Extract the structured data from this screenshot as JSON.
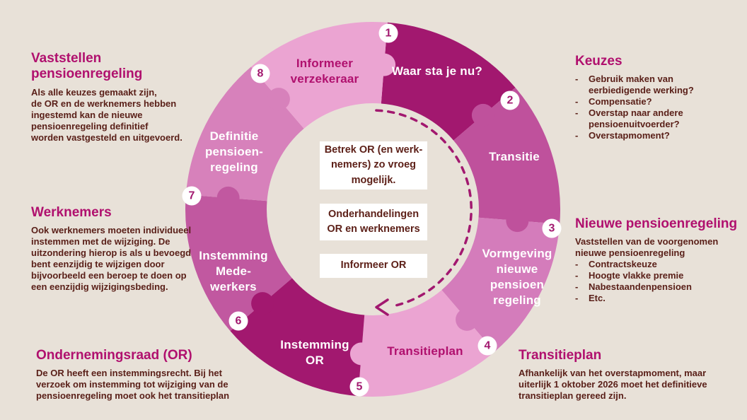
{
  "palette": {
    "background": "#e8e1d8",
    "accent": "#b0106e",
    "body_text": "#5a2019",
    "box_text": "#5c1f17",
    "box_bg": "#ffffff",
    "number": "#a2186f",
    "arrow": "#a2186f"
  },
  "wheel": {
    "segments": [
      {
        "number": "1",
        "label": "Waar sta je nu?",
        "color": "#a2186f"
      },
      {
        "number": "2",
        "label": "Transitie",
        "color": "#bf519c"
      },
      {
        "number": "3",
        "label": "Vormgeving\nnieuwe\npensioen\nregeling",
        "color": "#d47cbb"
      },
      {
        "number": "4",
        "label": "Transitieplan",
        "color": "#eba4d2"
      },
      {
        "number": "5",
        "label": "Instemming\nOR",
        "color": "#a2186f"
      },
      {
        "number": "6",
        "label": "Instemming\nMede-\nwerkers",
        "color": "#c158a0"
      },
      {
        "number": "7",
        "label": "Definitie\npensioen-\nregeling",
        "color": "#d781bb"
      },
      {
        "number": "8",
        "label": "Informeer\nverzekeraar",
        "color": "#eba4d2"
      }
    ],
    "center_notes": [
      "Betrek OR (en werk-\nnemers) zo vroeg\nmogelijk.",
      "Onderhandelingen\nOR en werknemers",
      "Informeer OR"
    ]
  },
  "notes": {
    "bullet": "-",
    "vaststellen": {
      "title": "Vaststellen\npensioenregeling",
      "body": "Als alle keuzes gemaakt zijn,\nde OR en de werknemers hebben\ningestemd kan de nieuwe\npensioenregeling definitief\nworden vastgesteld en uitgevoerd."
    },
    "werknemers": {
      "title": "Werknemers",
      "body": "Ook werknemers moeten individueel\ninstemmen met de wijziging. De\nuitzondering hierop is als u bevoegd\nbent eenzijdig te wijzigen door\nbijvoorbeeld een beroep te doen op\neen eenzijdig wijzigingsbeding."
    },
    "ondernemingsraad": {
      "title": "Ondernemingsraad (OR)",
      "body": "De OR heeft een instemmingsrecht. Bij het\nverzoek om instemming tot wijziging van de\npensioenregeling moet ook het transitieplan"
    },
    "keuzes": {
      "title": "Keuzes",
      "items": [
        "Gebruik maken van\neerbiedigende werking?",
        "Compensatie?",
        "Overstap naar andere\npensioenuitvoerder?",
        "Overstapmoment?"
      ]
    },
    "nieuwe_pensioenregeling": {
      "title": "Nieuwe pensioenregeling",
      "body": "Vaststellen van de voorgenomen\nnieuwe pensioenregeling",
      "items": [
        "Contractskeuze",
        "Hoogte vlakke premie",
        "Nabestaandenpensioen",
        "Etc."
      ]
    },
    "transitieplan": {
      "title": "Transitieplan",
      "body": "Afhankelijk van het overstapmoment, maar\nuiterlijk 1 oktober 2026 moet het definitieve\ntransitieplan gereed zijn."
    }
  }
}
